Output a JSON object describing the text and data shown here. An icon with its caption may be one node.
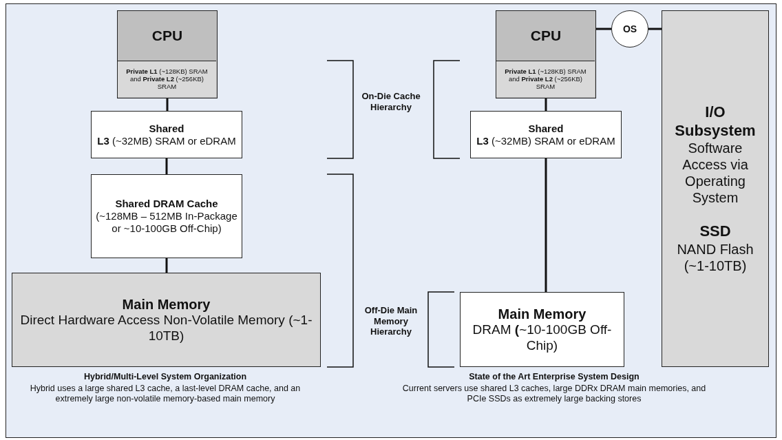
{
  "diagram": {
    "nodes": [
      {
        "text": [
          "CPU"
        ]
      },
      {
        "text": [
          "**Private L1** (~128KB) SRAM and **Private L2** (~256KB) SRAM"
        ],
        "in": 0
      },
      {
        "text": [
          "Shared",
          "**L3** (~32MB) SRAM or eDRAM"
        ]
      },
      {
        "text": [
          "Shared DRAM Cache",
          "(~128MB – 512MB In-Package or ~10-100GB Off-Chip)"
        ]
      },
      {
        "text": [
          "Main Memory",
          "Direct Hardware Access Non-Volatile Memory (~1-10TB)"
        ]
      },
      {
        "text": [
          "CPU"
        ]
      },
      {
        "text": [
          "**Private L1** (~128KB) SRAM and **Private L2** (~256KB) SRAM"
        ],
        "in": 5
      },
      {
        "text": [
          "Shared",
          "**L3** (~32MB) SRAM or eDRAM"
        ]
      },
      {
        "text": [
          "Main Memory",
          "DRAM **(**~10-100GB Off-Chip)"
        ]
      },
      {
        "text": [
          "OS"
        ]
      },
      {
        "text": [
          "I/O Subsystem",
          "Software Access via Operating System",
          "SSD",
          "NAND Flash (~1-10TB)"
        ]
      }
    ],
    "edges": [
      {
        "from": 1,
        "to": 2,
        "arrow": "none"
      },
      {
        "from": 2,
        "to": 3,
        "arrow": "none"
      },
      {
        "from": 3,
        "to": 4,
        "arrow": "none"
      },
      {
        "from": 6,
        "to": 7,
        "arrow": "none"
      },
      {
        "from": 7,
        "to": 8,
        "arrow": "none"
      },
      {
        "from": 5,
        "to": 9,
        "arrow": "none"
      },
      {
        "from": 9,
        "to": 10,
        "arrow": "none"
      }
    ],
    "labels": [
      "On-Die Cache Hierarchy",
      "Off-Die Main Memory Hierarchy",
      "Hybrid/Multi-Level System Organization",
      "Hybrid uses a large shared L3 cache, a last-level DRAM cache, and an extremely large non-volatile memory-based main memory",
      "State of the Art Enterprise System Design",
      "Current servers use shared L3 caches, large DDRx DRAM main memories, and PCIe SSDs as extremely large backing stores"
    ]
  }
}
